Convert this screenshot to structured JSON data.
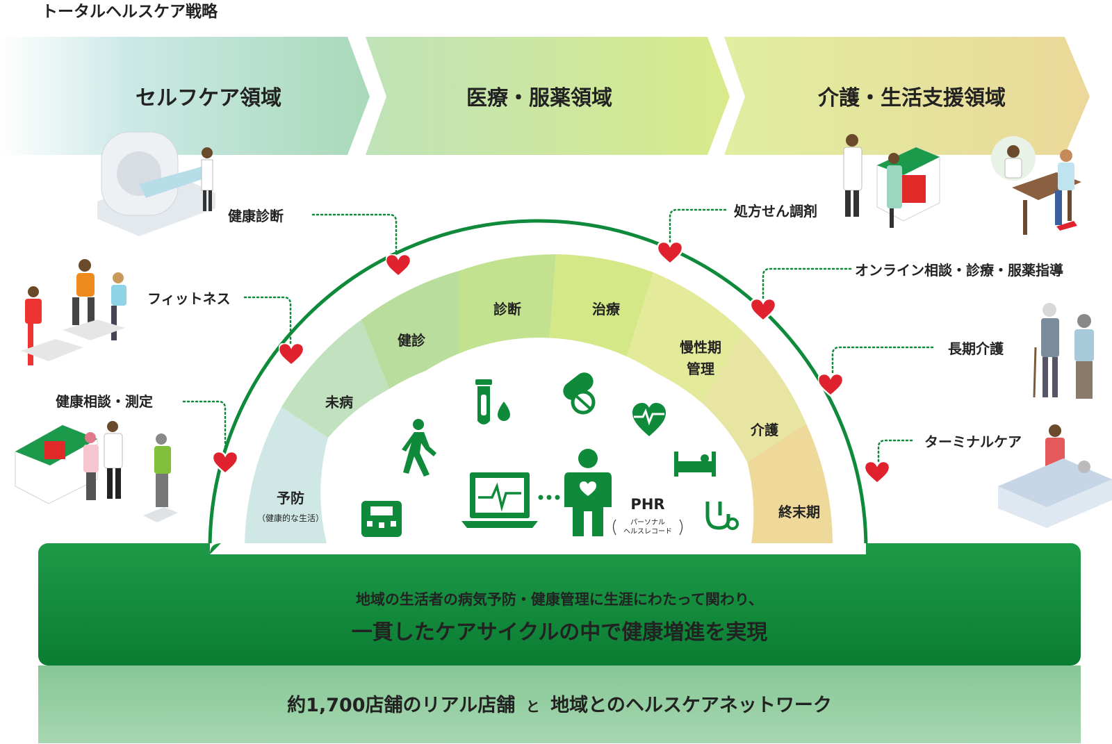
{
  "title": "トータルヘルスケア戦略",
  "domains": [
    {
      "label": "セルフケア領域"
    },
    {
      "label": "医療・服薬領域"
    },
    {
      "label": "介護・生活支援領域"
    }
  ],
  "services_left": [
    "健康診断",
    "フィットネス",
    "健康相談・測定"
  ],
  "services_right": [
    "処方せん調剤",
    "オンライン相談・診療・服薬指導",
    "長期介護",
    "ターミナルケア"
  ],
  "stages": {
    "prevention": "予防",
    "prevention_sub": "（健康的な生活）",
    "mibyo": "未病",
    "kenshin": "健診",
    "shindan": "診断",
    "chiryo": "治療",
    "mansei_1": "慢性期",
    "mansei_2": "管理",
    "kaigo": "介護",
    "shumatsu": "終末期"
  },
  "phr": {
    "label": "PHR",
    "sub_1": "パーソナル",
    "sub_2": "ヘルスレコード"
  },
  "banner": {
    "line1": "地域の生活者の病気予防・健康管理に生涯にわたって関わり、",
    "line2": "一貫したケアサイクルの中で健康増進を実現"
  },
  "foundation": {
    "part1": "約1,700店舗のリアル店舗",
    "connector": "と",
    "part2": "地域とのヘルスケアネットワーク"
  },
  "colors": {
    "brand_green": "#0e8a3a",
    "heart_red": "#e0222e",
    "foundation_green": "#8ecb9b"
  },
  "icons": [
    "scale-icon",
    "walking-person-icon",
    "test-tube-icon",
    "drop-icon",
    "pills-icon",
    "heartbeat-icon",
    "bed-icon",
    "stethoscope-icon",
    "laptop-ecg-icon",
    "person-heart-icon"
  ]
}
